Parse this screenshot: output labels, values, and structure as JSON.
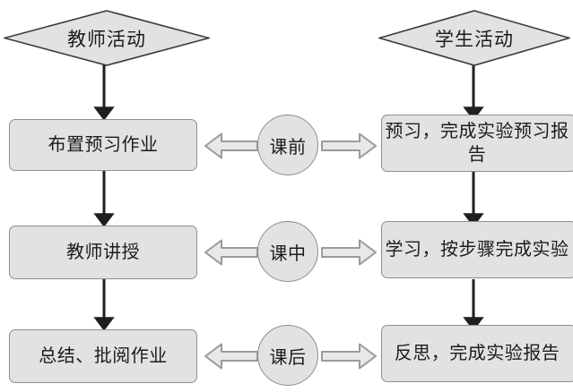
{
  "diagram": {
    "title_left": "教师活动",
    "title_right": "学生活动",
    "columns": [
      {
        "id": "teacher",
        "header": "教师活动"
      },
      {
        "id": "student",
        "header": "学生活动"
      }
    ],
    "phases": [
      {
        "id": "before-class",
        "label": "课前",
        "teacher": "布置预习作业",
        "student": "预习，完成实验预习报告"
      },
      {
        "id": "during-class",
        "label": "课中",
        "teacher": "教师讲授",
        "student": "学习，按步骤完成实验"
      },
      {
        "id": "after-class",
        "label": "课后",
        "teacher": "总结、批阅作业",
        "student": "反思，完成实验报告"
      }
    ],
    "colors": {
      "shape_fill": "#e2e2e2",
      "shape_stroke": "#8a8f96",
      "diamond_stroke": "#3a3a3a",
      "flow_arrow": "#1f1f1f",
      "block_arrow_fill": "#e8e8e8",
      "block_arrow_stroke": "#9a9a9a",
      "text": "#1c1c1c",
      "background": "#ffffff"
    },
    "icons": {
      "flow_arrow_down": "arrow-down-icon",
      "block_arrow_left": "block-arrow-left-icon",
      "block_arrow_right": "block-arrow-right-icon"
    }
  }
}
